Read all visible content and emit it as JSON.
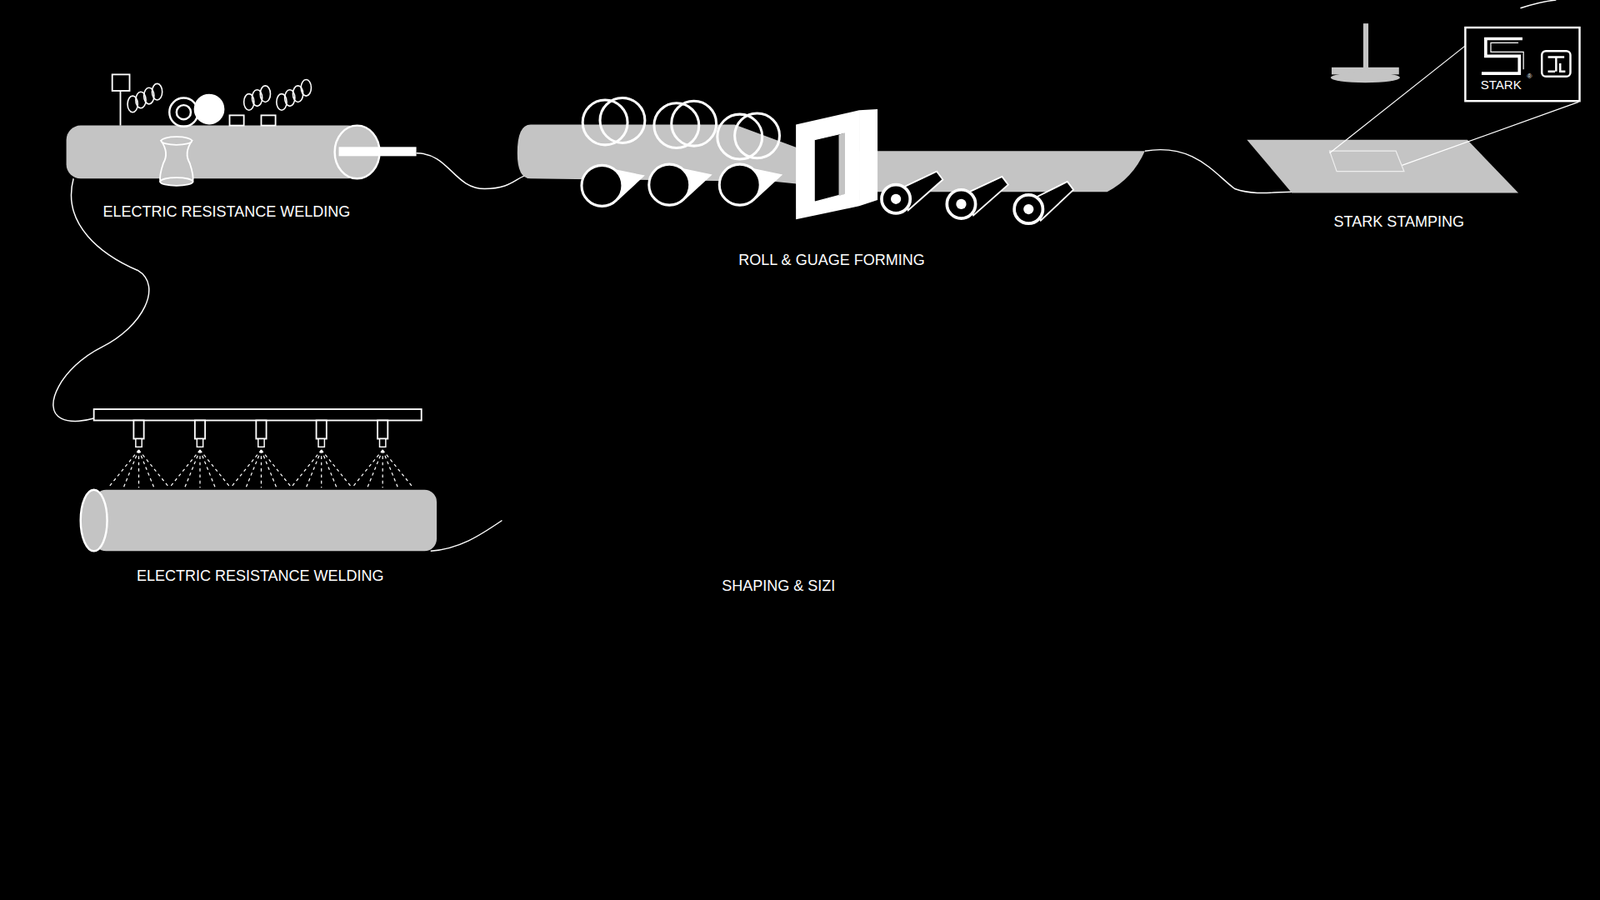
{
  "diagram": {
    "labels": [
      "ELECTRIC RESISTANCE WELDING",
      "ROLL & GUAGE FORMING",
      "STARK STAMPING",
      "STARK",
      "®",
      "ELECTRIC RESISTANCE WELDING",
      "SHAPING & SIZI"
    ]
  }
}
